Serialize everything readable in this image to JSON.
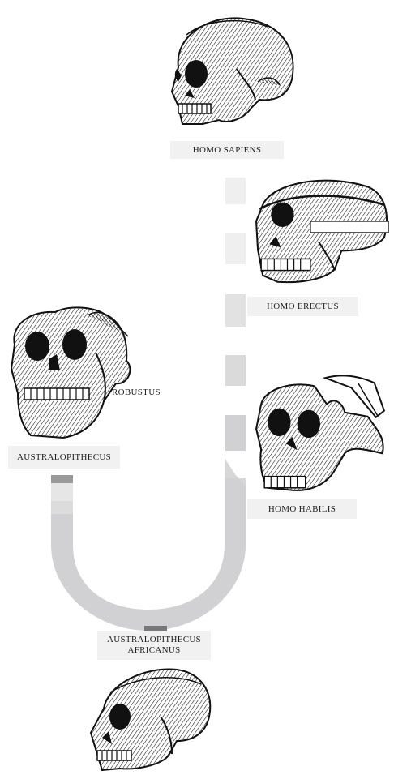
{
  "labels": {
    "homo_sapiens": "HOMO SAPIENS",
    "homo_erectus": "HOMO ERECTUS",
    "robustus": "ROBUSTUS",
    "australopithecus": "AUSTRALOPITHECUS",
    "homo_habilis": "HOMO HABILIS",
    "africanus_line1": "AUSTRALOPITHECUS",
    "africanus_line2": "AFRICANUS"
  },
  "colors": {
    "branch": "#d1d1d3",
    "branch_light": "#eeeeef",
    "branch_mid": "#e0e0e1",
    "branch_dark": "#777777",
    "label_bg": "#f1f1f2",
    "ink": "#111111"
  },
  "icons": [
    "homo-sapiens-skull",
    "homo-erectus-skull",
    "australopithecus-robustus-skull",
    "homo-habilis-skull",
    "australopithecus-africanus-skull"
  ]
}
